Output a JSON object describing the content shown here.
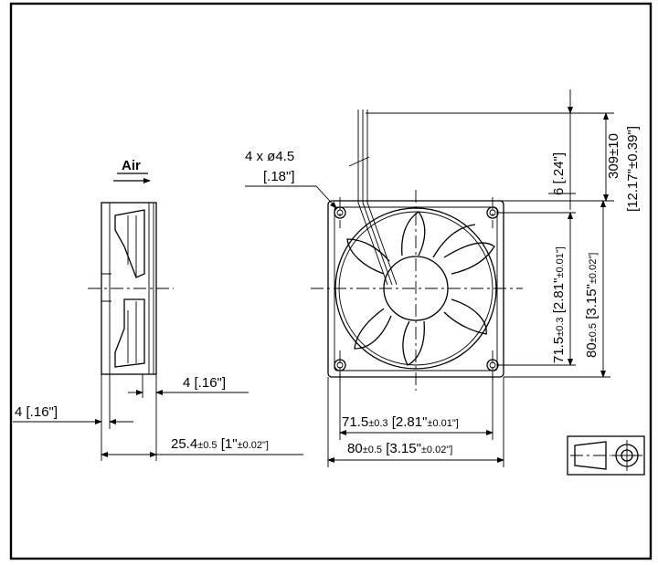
{
  "side_view": {
    "airflow_label": "Air",
    "wall_thickness": {
      "value": "4",
      "inch": "[.16\"]"
    },
    "frame_flange": {
      "value": "4",
      "inch": "[.16\"]"
    },
    "depth": {
      "value": "25.4",
      "tol": "±0.5",
      "inch": "[1\"",
      "inch_tol": "±0.02\"]"
    }
  },
  "front_view": {
    "mount_holes": {
      "qty_dia": "4 x ø4.5",
      "inch": "[.18\"]"
    },
    "lead_wire_length": {
      "value": "309±10",
      "inch": "[12.17\"±0.39\"]"
    },
    "strip_length": {
      "value": "6",
      "inch": "[.24\"]"
    },
    "hole_pitch_h": {
      "value": "71.5",
      "tol": "±0.3",
      "inch": "[2.81\"",
      "inch_tol": "±0.01\"]"
    },
    "frame_size_h": {
      "value": "80",
      "tol": "±0.5",
      "inch": "[3.15\"",
      "inch_tol": "±0.02\"]"
    },
    "hole_pitch_v": {
      "value": "71.5",
      "tol": "±0.3",
      "inch": "[2.81\"",
      "inch_tol": "±0.01\"]"
    },
    "frame_size_v": {
      "value": "80",
      "tol": "±0.5",
      "inch": "[3.15\"",
      "inch_tol": "±0.02\"]"
    }
  },
  "projection_symbol": "first-angle-projection-icon"
}
